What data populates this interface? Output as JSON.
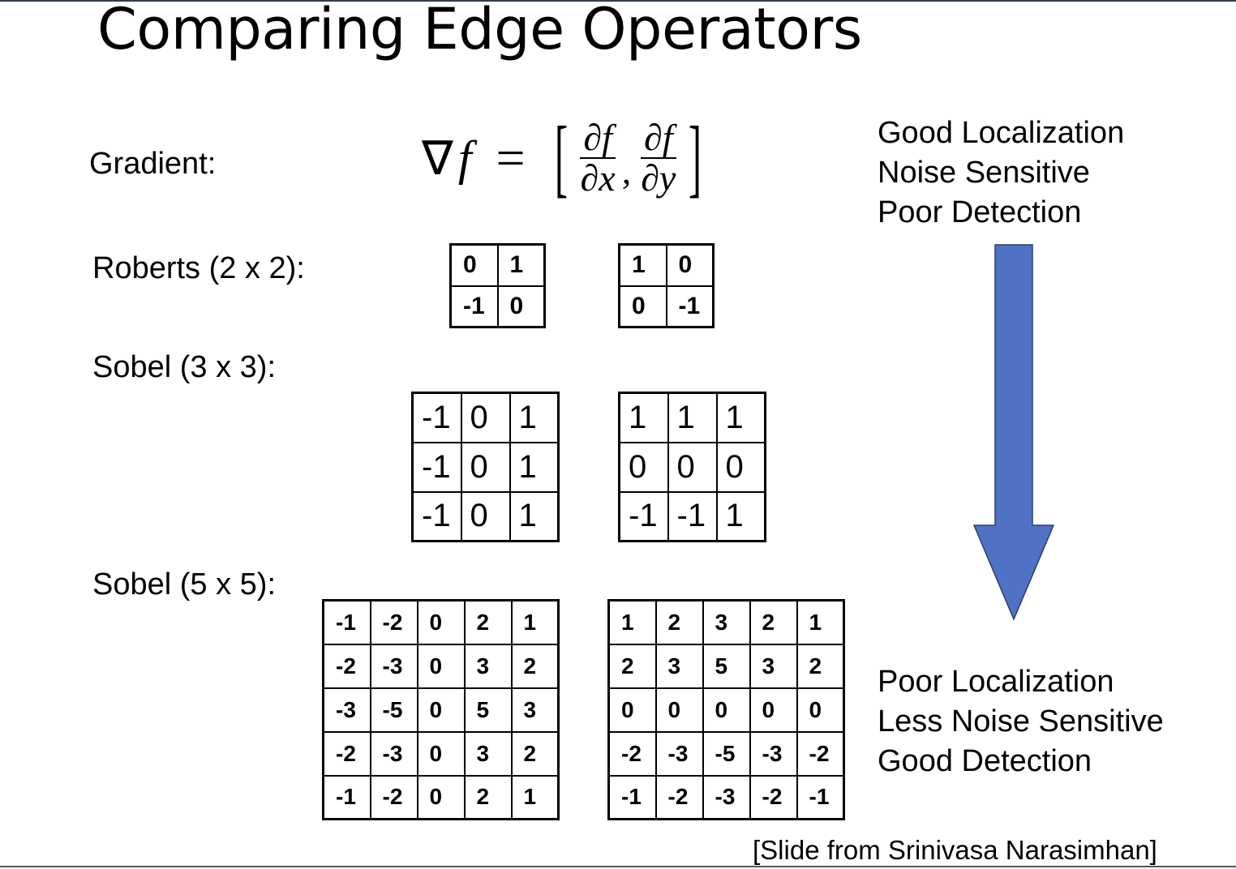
{
  "title": "Comparing Edge Operators",
  "labels": {
    "gradient": "Gradient:",
    "roberts": "Roberts (2 x 2):",
    "sobel3": "Sobel (3 x 3):",
    "sobel5": "Sobel (5 x 5):"
  },
  "formula": {
    "nabla": "∇",
    "f": "f",
    "equals": "=",
    "open": "[",
    "close": "]",
    "num_x": "∂f",
    "den_x": "∂x",
    "comma": ",",
    "num_y": "∂f",
    "den_y": "∂y"
  },
  "kernels": {
    "roberts_a": [
      [
        "0",
        "1"
      ],
      [
        "-1",
        "0"
      ]
    ],
    "roberts_b": [
      [
        "1",
        "0"
      ],
      [
        "0",
        "-1"
      ]
    ],
    "sobel3_a": [
      [
        "-1",
        "0",
        "1"
      ],
      [
        "-1",
        "0",
        "1"
      ],
      [
        "-1",
        "0",
        "1"
      ]
    ],
    "sobel3_b": [
      [
        "1",
        "1",
        "1"
      ],
      [
        "0",
        "0",
        "0"
      ],
      [
        "-1",
        "-1",
        "1"
      ]
    ],
    "sobel5_a": [
      [
        "-1",
        "-2",
        "0",
        "2",
        "1"
      ],
      [
        "-2",
        "-3",
        "0",
        "3",
        "2"
      ],
      [
        "-3",
        "-5",
        "0",
        "5",
        "3"
      ],
      [
        "-2",
        "-3",
        "0",
        "3",
        "2"
      ],
      [
        "-1",
        "-2",
        "0",
        "2",
        "1"
      ]
    ],
    "sobel5_b": [
      [
        "1",
        "2",
        "3",
        "2",
        "1"
      ],
      [
        "2",
        "3",
        "5",
        "3",
        "2"
      ],
      [
        "0",
        "0",
        "0",
        "0",
        "0"
      ],
      [
        "-2",
        "-3",
        "-5",
        "-3",
        "-2"
      ],
      [
        "-1",
        "-2",
        "-3",
        "-2",
        "-1"
      ]
    ]
  },
  "notes_top": [
    "Good Localization",
    "Noise Sensitive",
    "Poor Detection"
  ],
  "notes_bottom": [
    "Poor Localization",
    "Less Noise Sensitive",
    "Good Detection"
  ],
  "arrow": {
    "color": "#4f72c4",
    "stroke": "#2c3e6e"
  },
  "credit": "[Slide from Srinivasa Narasimhan]"
}
